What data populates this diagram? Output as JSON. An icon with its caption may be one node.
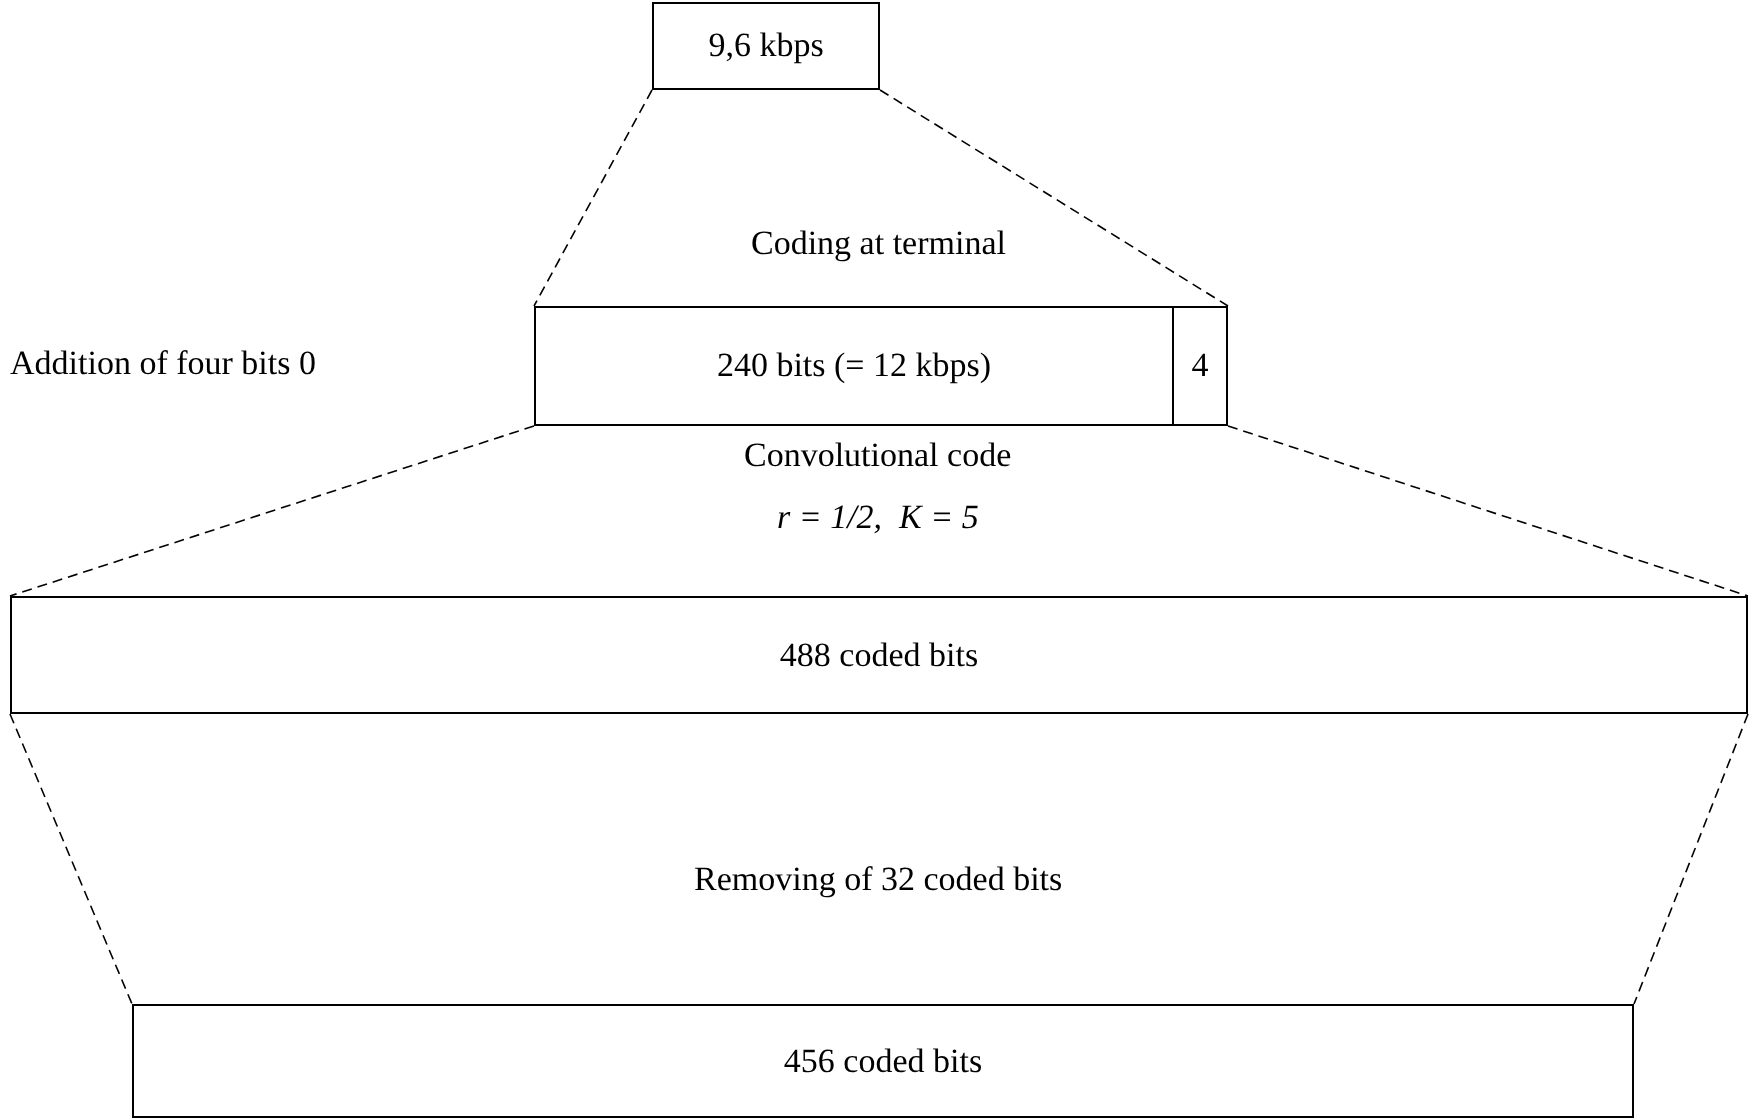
{
  "diagram": {
    "nodes": [
      {
        "text": [
          "9,6 kbps"
        ]
      },
      {
        "text": [
          "240 bits (= 12 kbps)"
        ]
      },
      {
        "text": [
          "4"
        ]
      },
      {
        "text": [
          "488 coded bits"
        ]
      },
      {
        "text": [
          "456 coded bits"
        ]
      }
    ],
    "edges": [
      {
        "from": 0,
        "to": 1,
        "arrow": "none",
        "style": "dashed"
      },
      {
        "from": 0,
        "to": 2,
        "arrow": "none",
        "style": "dashed"
      },
      {
        "from": 1,
        "to": 3,
        "arrow": "none",
        "style": "dashed"
      },
      {
        "from": 2,
        "to": 3,
        "arrow": "none",
        "style": "dashed"
      },
      {
        "from": 3,
        "to": 4,
        "arrow": "none",
        "style": "dashed"
      },
      {
        "from": 3,
        "to": 4,
        "arrow": "none",
        "style": "dashed"
      }
    ],
    "labels": [
      "Coding at terminal",
      "Addition of four bits 0",
      "Convolutional code",
      "r = 1/2,  K = 5",
      "Removing of 32 coded bits"
    ]
  }
}
